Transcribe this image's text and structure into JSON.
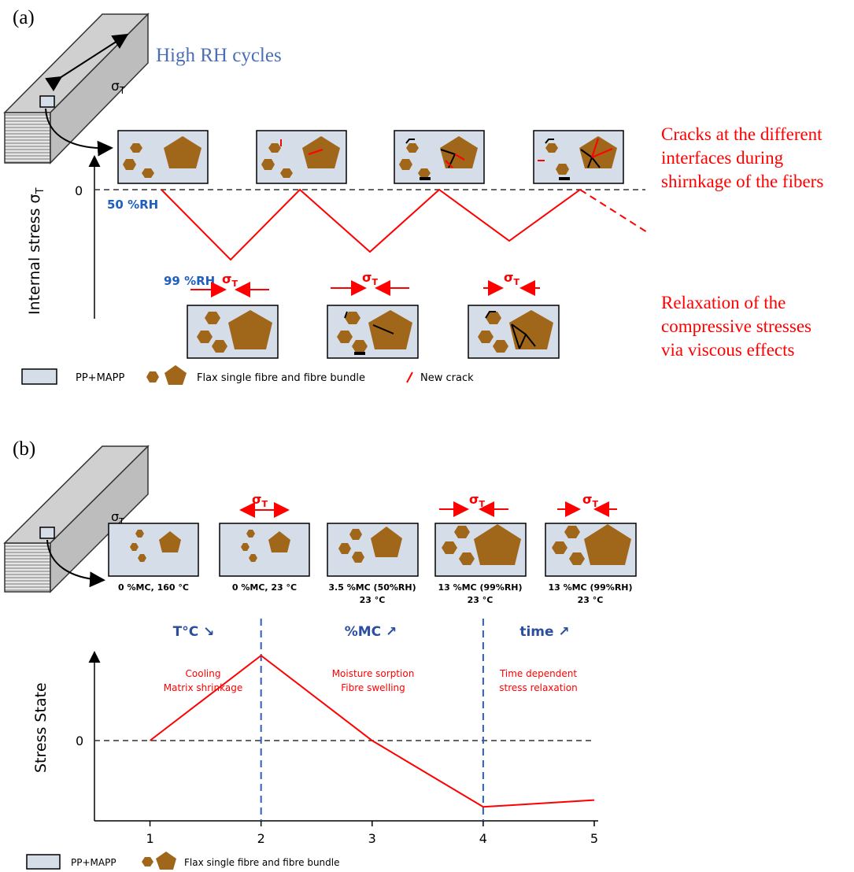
{
  "panel_a": {
    "tag": "(a)",
    "title": "High RH cycles",
    "sigma": "σ",
    "sigma_sub": "T",
    "y_axis_title": "Internal stress σ",
    "y_axis_sub": "T",
    "zero_label": "0",
    "label_50": "50 %RH",
    "label_99": "99 %RH",
    "cracks_annotation": [
      "Cracks at the different",
      "interfaces during",
      "shirnkage of the fibers"
    ],
    "relax_annotation": [
      "Relaxation of the",
      "compressive stresses",
      "via viscous effects"
    ],
    "legend": {
      "matrix": "PP+MAPP",
      "fibre": "Flax single fibre and fibre bundle",
      "crack": "New crack"
    },
    "colors": {
      "stress_line": "#ff0000",
      "matrix": "#d4dde8",
      "fibre": "#a0661a",
      "label_blue": "#1f5fbf"
    }
  },
  "panel_b": {
    "tag": "(b)",
    "sigma": "σ",
    "sigma_sub": "T",
    "zero_label": "0",
    "y_axis_title": "Stress State",
    "states": [
      {
        "line1": "0 %MC, 160 °C",
        "line2": ""
      },
      {
        "line1": "0 %MC, 23 °C",
        "line2": ""
      },
      {
        "line1": "3.5 %MC (50%RH)",
        "line2": "23 °C"
      },
      {
        "line1": "13 %MC (99%RH)",
        "line2": "23 °C"
      },
      {
        "line1": "13 %MC (99%RH)",
        "line2": "23 °C"
      }
    ],
    "phases": [
      {
        "title": "T°C ↘",
        "desc1": "Cooling",
        "desc2": "Matrix shrinkage"
      },
      {
        "title": "%MC ↗",
        "desc1": "Moisture sorption",
        "desc2": "Fibre swelling"
      },
      {
        "title": "time ↗",
        "desc1": "Time dependent",
        "desc2": "stress relaxation"
      }
    ],
    "legend": {
      "matrix": "PP+MAPP",
      "fibre": "Flax single fibre and fibre bundle"
    }
  },
  "chart_data": {
    "type": "line",
    "x": [
      1,
      2,
      3,
      4,
      5
    ],
    "series": [
      {
        "values": [
          0,
          1,
          0,
          -0.78,
          -0.7
        ]
      }
    ],
    "xlabel": "",
    "ylabel": "Stress State",
    "xticks": [
      "1",
      "2",
      "3",
      "4",
      "5"
    ],
    "x_range": [
      0.5,
      5
    ],
    "y_range": [
      -1,
      1.5
    ],
    "zero_line": "dashed",
    "phase_dividers_at": [
      2,
      4
    ]
  }
}
